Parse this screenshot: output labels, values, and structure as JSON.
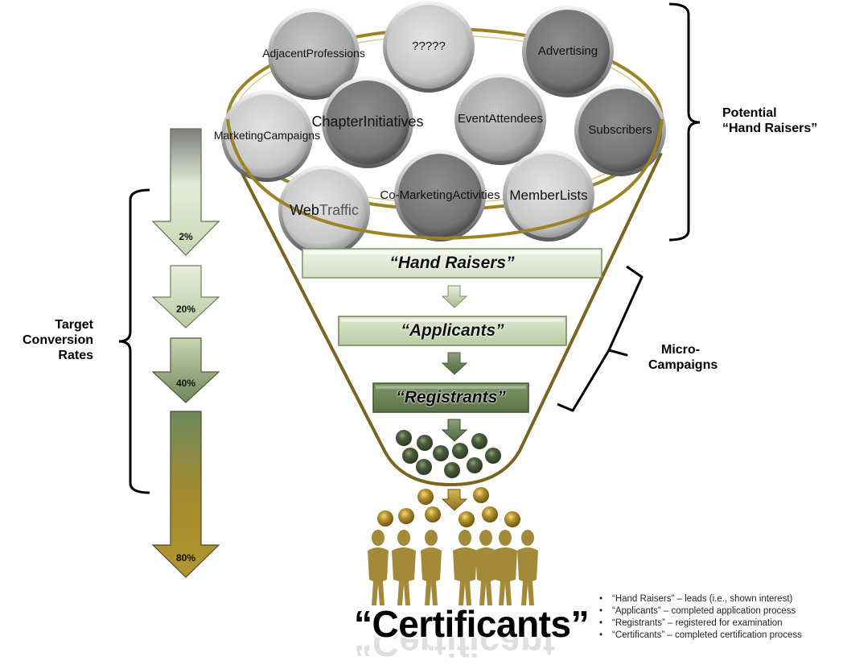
{
  "title": "Certification funnel",
  "sources": [
    {
      "label": "Adjacent Professions",
      "shade": "medium"
    },
    {
      "label": "?????",
      "shade": "light"
    },
    {
      "label": "Advertising",
      "shade": "dark"
    },
    {
      "label": "Marketing Campaigns",
      "shade": "light"
    },
    {
      "label": "Chapter Initiatives",
      "shade": "dark"
    },
    {
      "label": "Event Attendees",
      "shade": "medium"
    },
    {
      "label": "Subscribers",
      "shade": "dark"
    },
    {
      "label": "Web Traffic",
      "shade": "light"
    },
    {
      "label": "Co-Marketing Activities",
      "shade": "dark"
    },
    {
      "label": "Member Lists",
      "shade": "light"
    }
  ],
  "brackets": {
    "potential": {
      "line1": "Potential",
      "line2": "“Hand Raisers”"
    },
    "micro": {
      "line1": "Micro-",
      "line2": "Campaigns"
    },
    "conversion": {
      "line1": "Target",
      "line2": "Conversion",
      "line3": "Rates"
    }
  },
  "stages": [
    {
      "label": "“Hand Raisers”"
    },
    {
      "label": "“Applicants”"
    },
    {
      "label": "“Registrants”"
    }
  ],
  "conversion_rates": [
    "2%",
    "20%",
    "40%",
    "80%"
  ],
  "outcome": "“Certificants”",
  "legend": [
    "“Hand Raisers” – leads (i.e., shown interest)",
    "“Applicants” – completed application process",
    "“Registrants” – registered for examination",
    "“Certificants” – completed certification process"
  ],
  "colors": {
    "gold": "#8a7420",
    "gold_light": "#c9a93a",
    "green_dark": "#4a5e38",
    "green_light": "#e6eedc",
    "bubble_light": "#d2d2d2",
    "bubble_medium": "#b4b4b4",
    "bubble_dark": "#808080"
  }
}
